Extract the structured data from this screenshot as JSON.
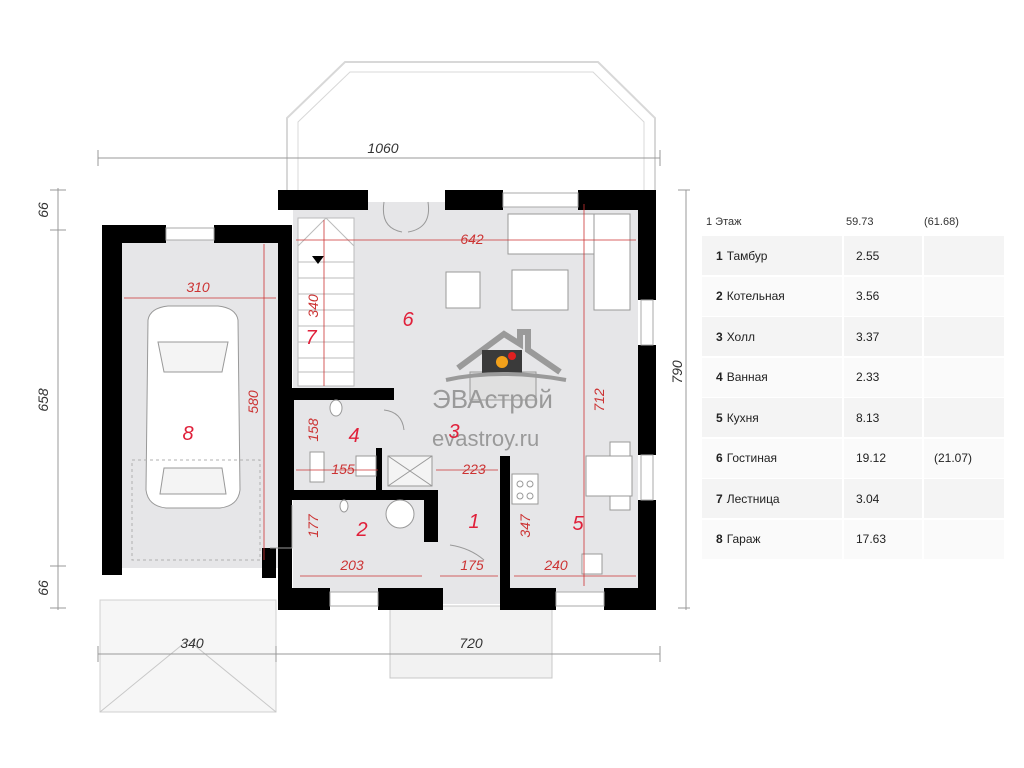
{
  "watermark": {
    "brand": "ЭВАстрой",
    "url": "evastroy.ru"
  },
  "dimensions": {
    "top_overall": "1060",
    "left_top": "66",
    "left_middle": "658",
    "left_bottom": "66",
    "right_overall": "790",
    "bottom_garage": "340",
    "bottom_house": "720",
    "garage_width": "310",
    "garage_depth": "580",
    "living_width": "642",
    "stair_depth": "340",
    "living_depth": "712",
    "bath_depth": "158",
    "bath_width": "155",
    "hall_width": "223",
    "boiler_depth": "177",
    "boiler_width": "203",
    "vestibule_width": "175",
    "kitchen_depth": "347",
    "kitchen_width": "240"
  },
  "rooms": [
    {
      "number": "1"
    },
    {
      "number": "2"
    },
    {
      "number": "3"
    },
    {
      "number": "4"
    },
    {
      "number": "5"
    },
    {
      "number": "6"
    },
    {
      "number": "7"
    },
    {
      "number": "8"
    }
  ],
  "table": {
    "floor_label": "1 Этаж",
    "floor_area": "59.73",
    "floor_area_total": "(61.68)",
    "rows": [
      {
        "num": "1",
        "name": "Тамбур",
        "area": "2.55",
        "extra": ""
      },
      {
        "num": "2",
        "name": "Котельная",
        "area": "3.56",
        "extra": ""
      },
      {
        "num": "3",
        "name": "Холл",
        "area": "3.37",
        "extra": ""
      },
      {
        "num": "4",
        "name": "Ванная",
        "area": "2.33",
        "extra": ""
      },
      {
        "num": "5",
        "name": "Кухня",
        "area": "8.13",
        "extra": ""
      },
      {
        "num": "6",
        "name": "Гостиная",
        "area": "19.12",
        "extra": "(21.07)"
      },
      {
        "num": "7",
        "name": "Лестница",
        "area": "3.04",
        "extra": ""
      },
      {
        "num": "8",
        "name": "Гараж",
        "area": "17.63",
        "extra": ""
      }
    ]
  },
  "colors": {
    "wall": "#000000",
    "floor": "#e6e6e8",
    "dimension_red": "#cc3333",
    "room_number": "#e0203a"
  }
}
